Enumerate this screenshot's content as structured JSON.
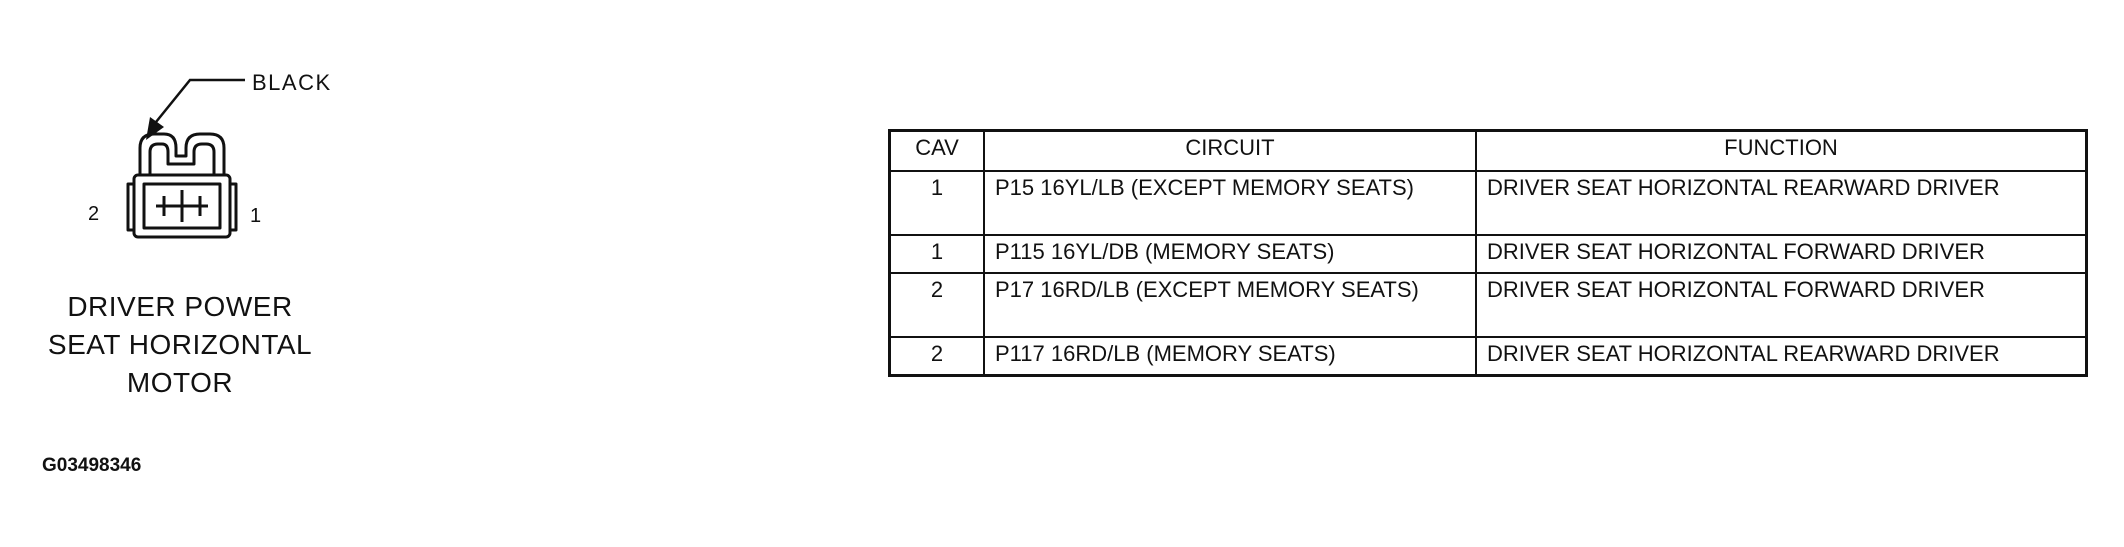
{
  "connector": {
    "color_callout": "BLACK",
    "pin_labels": [
      "2",
      "1"
    ],
    "title_lines": [
      "DRIVER POWER",
      "SEAT HORIZONTAL",
      "MOTOR"
    ]
  },
  "figure_id": "G03498346",
  "table": {
    "headers": [
      "CAV",
      "CIRCUIT",
      "FUNCTION"
    ],
    "rows": [
      {
        "cav": "1",
        "circuit": "P15 16YL/LB (EXCEPT MEMORY SEATS)",
        "function": "DRIVER SEAT HORIZONTAL REARWARD DRIVER"
      },
      {
        "cav": "1",
        "circuit": "P115 16YL/DB (MEMORY SEATS)",
        "function": "DRIVER SEAT HORIZONTAL FORWARD DRIVER"
      },
      {
        "cav": "2",
        "circuit": "P17 16RD/LB (EXCEPT MEMORY SEATS)",
        "function": "DRIVER SEAT HORIZONTAL FORWARD DRIVER"
      },
      {
        "cav": "2",
        "circuit": "P117 16RD/LB (MEMORY SEATS)",
        "function": "DRIVER SEAT HORIZONTAL REARWARD DRIVER"
      }
    ]
  }
}
